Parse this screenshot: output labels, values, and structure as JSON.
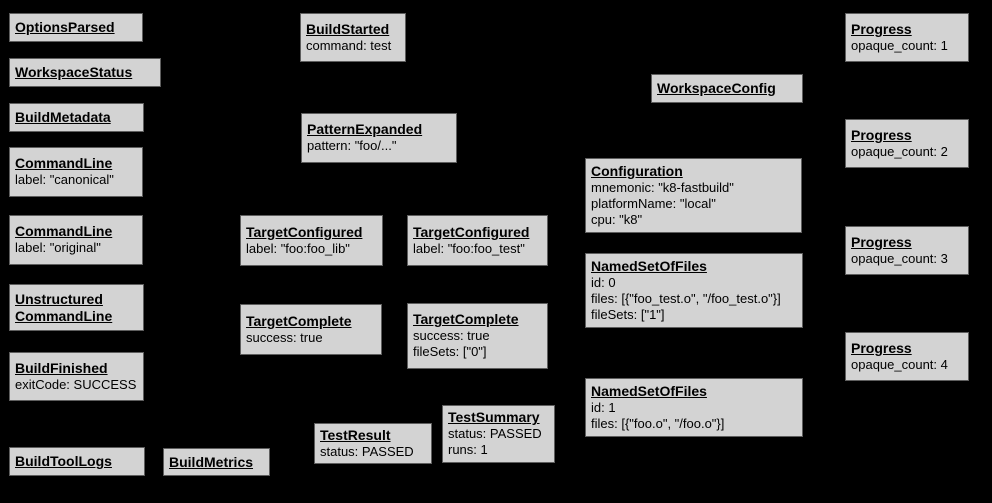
{
  "colors": {
    "background": "#000000",
    "node_fill": "#d3d3d3",
    "node_border": "#5e5e5e",
    "text": "#000000"
  },
  "diagram_type": "build-event-protocol-graph",
  "nodes": [
    {
      "id": "options-parsed",
      "title": "OptionsParsed",
      "lines": []
    },
    {
      "id": "workspace-status",
      "title": "WorkspaceStatus",
      "lines": []
    },
    {
      "id": "build-metadata",
      "title": "BuildMetadata",
      "lines": []
    },
    {
      "id": "command-line-canonical",
      "title": "CommandLine",
      "lines": [
        "label: \"canonical\""
      ]
    },
    {
      "id": "command-line-original",
      "title": "CommandLine",
      "lines": [
        "label: \"original\""
      ]
    },
    {
      "id": "unstructured-command-line",
      "title": "Unstructured",
      "title2": "CommandLine",
      "lines": []
    },
    {
      "id": "build-finished",
      "title": "BuildFinished",
      "lines": [
        "exitCode: SUCCESS"
      ]
    },
    {
      "id": "build-tool-logs",
      "title": "BuildToolLogs",
      "lines": []
    },
    {
      "id": "build-metrics",
      "title": "BuildMetrics",
      "lines": []
    },
    {
      "id": "build-started",
      "title": "BuildStarted",
      "lines": [
        "command: test"
      ]
    },
    {
      "id": "pattern-expanded",
      "title": "PatternExpanded",
      "lines": [
        "pattern: \"foo/...\""
      ]
    },
    {
      "id": "target-configured-foo-lib",
      "title": "TargetConfigured",
      "lines": [
        "label: \"foo:foo_lib\""
      ]
    },
    {
      "id": "target-configured-foo-test",
      "title": "TargetConfigured",
      "lines": [
        "label: \"foo:foo_test\""
      ]
    },
    {
      "id": "target-complete-lib",
      "title": "TargetComplete",
      "lines": [
        "success: true"
      ]
    },
    {
      "id": "target-complete-test",
      "title": "TargetComplete",
      "lines": [
        "success: true",
        "fileSets: [\"0\"]"
      ]
    },
    {
      "id": "test-result",
      "title": "TestResult",
      "lines": [
        "status: PASSED"
      ]
    },
    {
      "id": "test-summary",
      "title": "TestSummary",
      "lines": [
        "status: PASSED",
        "runs: 1"
      ]
    },
    {
      "id": "workspace-config",
      "title": "WorkspaceConfig",
      "lines": []
    },
    {
      "id": "configuration",
      "title": "Configuration",
      "lines": [
        "mnemonic: \"k8-fastbuild\"",
        "platformName: \"local\"",
        "cpu: \"k8\""
      ]
    },
    {
      "id": "named-set-of-files-0",
      "title": "NamedSetOfFiles",
      "lines": [
        "id: 0",
        "files: [{\"foo_test.o\", \"/foo_test.o\"}]",
        "fileSets: [\"1\"]"
      ]
    },
    {
      "id": "named-set-of-files-1",
      "title": "NamedSetOfFiles",
      "lines": [
        "id: 1",
        "files: [{\"foo.o\", \"/foo.o\"}]"
      ]
    },
    {
      "id": "progress-1",
      "title": "Progress",
      "lines": [
        "opaque_count: 1"
      ]
    },
    {
      "id": "progress-2",
      "title": "Progress",
      "lines": [
        "opaque_count: 2"
      ]
    },
    {
      "id": "progress-3",
      "title": "Progress",
      "lines": [
        "opaque_count: 3"
      ]
    },
    {
      "id": "progress-4",
      "title": "Progress",
      "lines": [
        "opaque_count: 4"
      ]
    }
  ]
}
